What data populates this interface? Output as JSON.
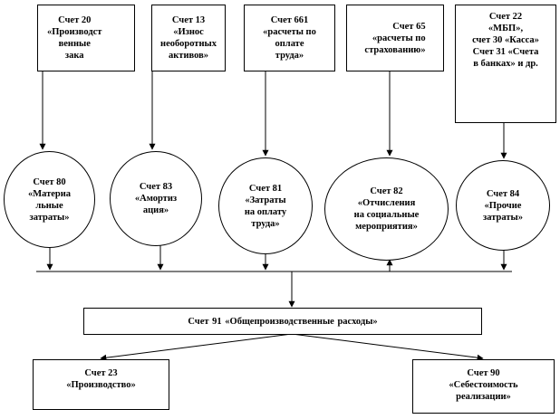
{
  "top_boxes": [
    {
      "label": "Счет 20\n«Производст\nвенные\nзака"
    },
    {
      "label": "Счет 13\n«Износ\nнеоборотных\nактивов»"
    },
    {
      "label": "Счет 661\n«расчеты по\nоплате\nтруда»"
    },
    {
      "label": "Счет 65\n«расчеты по\nстрахованию»"
    },
    {
      "label": "Счет 22\n«МБП»,\nсчет 30 «Касса»\nСчет 31 «Счета\nв банках» и др."
    }
  ],
  "circles": [
    {
      "label": "Счет 80\n«Материа\nльные\nзатраты»"
    },
    {
      "label": "Счет 83\n«Амортиз\nация»"
    },
    {
      "label": "Счет 81\n«Затраты\nна оплату\nтруда»"
    },
    {
      "label": "Счет 82\n«Отчисления\nна социальные\nмероприятия»"
    },
    {
      "label": "Счет 84\n«Прочие\nзатраты»"
    }
  ],
  "hub": {
    "label": "Счет 91 «Общепроизводственные расходы»"
  },
  "outputs": [
    {
      "label": "Счет 23\n«Производство»"
    },
    {
      "label": "Счет 90\n«Себестоимость\nреализации»"
    }
  ]
}
